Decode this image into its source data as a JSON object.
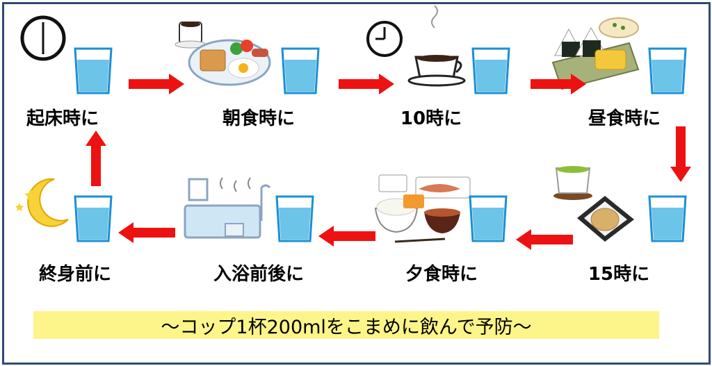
{
  "steps": [
    {
      "label": "起床時に",
      "icon": "clock-icon"
    },
    {
      "label": "朝食時に",
      "icon": "breakfast-icon"
    },
    {
      "label": "10時に",
      "icon": "coffee-clock-icon"
    },
    {
      "label": "昼食時に",
      "icon": "onigiri-lunch-icon"
    },
    {
      "label": "15時に",
      "icon": "tea-snack-icon"
    },
    {
      "label": "夕食時に",
      "icon": "japanese-dinner-icon"
    },
    {
      "label": "入浴前後に",
      "icon": "bathtub-icon"
    },
    {
      "label": "終身前に",
      "icon": "moon-icon"
    }
  ],
  "banner": {
    "text": "～コップ1杯200mlをこまめに飲んで予防～"
  },
  "colors": {
    "arrow": "#ee1111",
    "water": "#6cc4e8",
    "border": "#2f4a73",
    "banner": "#fdf58a"
  }
}
